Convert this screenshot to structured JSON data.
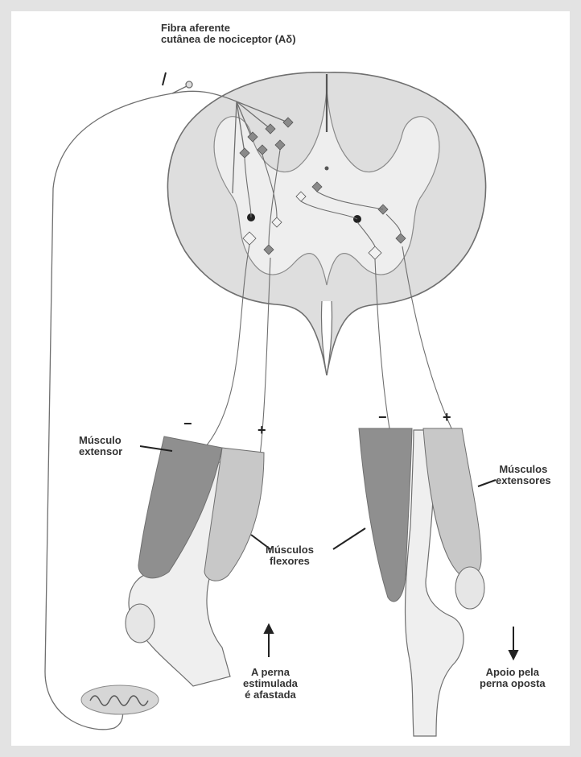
{
  "labels": {
    "fiber_line1": "Fibra aferente",
    "fiber_line2": "cutânea de nociceptor (Aδ)",
    "extensor_muscle_line1": "Músculo",
    "extensor_muscle_line2": "extensor",
    "flexor_muscles_line1": "Músculos",
    "flexor_muscles_line2": "flexores",
    "extensor_muscles_line1": "Músculos",
    "extensor_muscles_line2": "extensores",
    "withdraw_line1": "A perna",
    "withdraw_line2": "estimulada",
    "withdraw_line3": "é afastada",
    "support_line1": "Apoio pela",
    "support_line2": "perna oposta"
  },
  "signs": {
    "left_extensor": "−",
    "left_flexor": "+",
    "right_flexor": "−",
    "right_extensor": "+"
  },
  "colors": {
    "outline": "#6f6f6f",
    "cord_fill": "#dedede",
    "grey_matter": "#eeeeee",
    "dark_muscle": "#8f8f8f",
    "light_muscle": "#c8c8c8",
    "bone": "#efefef",
    "neuron_dark": "#7a7a7a",
    "inhibitory": "#222222"
  }
}
